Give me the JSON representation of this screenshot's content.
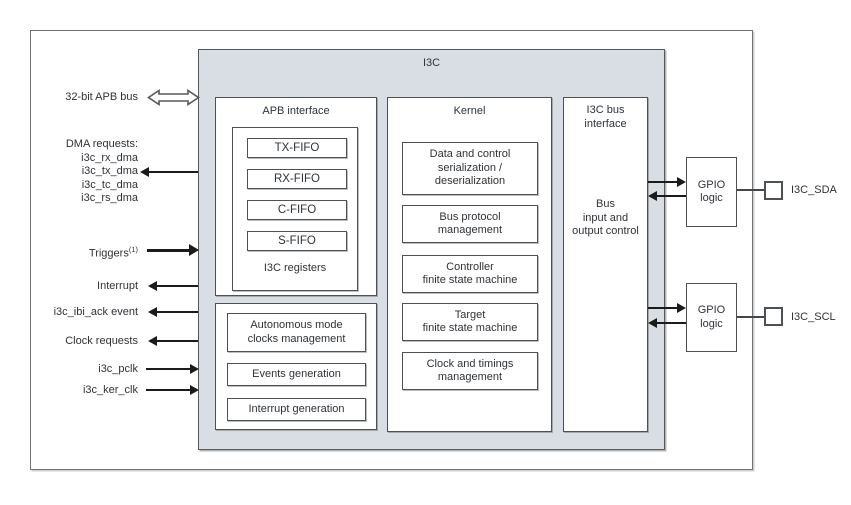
{
  "colors": {
    "module_fill": "#d9dee4",
    "box_border": "#4c5156",
    "outer_border": "#6e7378",
    "arrow": "#1b1b1b",
    "text": "#2e3338"
  },
  "title": "I3C",
  "left": {
    "apb_bus": "32-bit APB bus",
    "dma_header": "DMA requests:",
    "dma_items": [
      "i3c_rx_dma",
      "i3c_tx_dma",
      "i3c_tc_dma",
      "i3c_rs_dma"
    ],
    "triggers": "Triggers",
    "triggers_note": "(1)",
    "interrupt": "Interrupt",
    "ibi_ack": "i3c_ibi_ack event",
    "clock_requests": "Clock requests",
    "pclk": "i3c_pclk",
    "ker_clk": "i3c_ker_clk"
  },
  "apb": {
    "title": "APB interface",
    "registers_label": "I3C registers",
    "fifos": [
      "TX-FIFO",
      "RX-FIFO",
      "C-FIFO",
      "S-FIFO"
    ]
  },
  "clocks": {
    "autonomous": "Autonomous mode\nclocks management",
    "events": "Events generation",
    "interrupt_gen": "Interrupt generation"
  },
  "kernel": {
    "title": "Kernel",
    "serialization": "Data and control\nserialization /\ndeserialization",
    "bus_protocol": "Bus protocol\nmanagement",
    "controller_fsm": "Controller\nfinite state machine",
    "target_fsm": "Target\nfinite state machine",
    "clock_timings": "Clock and timings\nmanagement"
  },
  "bus_if": {
    "title": "I3C bus\ninterface",
    "body": "Bus\ninput and\noutput control"
  },
  "gpio": {
    "label_top": "GPIO\nlogic",
    "label_bottom": "GPIO\nlogic",
    "pad_sda": "I3C_SDA",
    "pad_scl": "I3C_SCL"
  }
}
